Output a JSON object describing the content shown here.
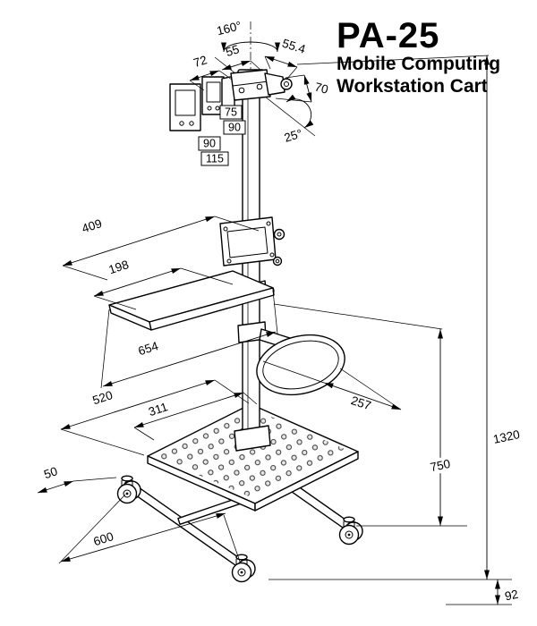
{
  "product": {
    "model": "PA-25",
    "subtitle_line1": "Mobile Computing",
    "subtitle_line2": "Workstation Cart"
  },
  "dims": {
    "rotation_range": "160°",
    "tilt_range": "25°",
    "head_width_left": "72",
    "head_width_mid": "55",
    "head_depth": "55.4",
    "head_height": "70",
    "vesa_75": "75",
    "vesa_90": "90",
    "plate_90": "90",
    "plate_115": "115",
    "arm_reach": "409",
    "tray_depth": "198",
    "tray_width": "654",
    "base_width": "520",
    "base_inner": "311",
    "mouse_offset": "257",
    "tube_size": "50",
    "base_length": "600",
    "tray_height": "750",
    "total_height": "1320",
    "caster_height": "92"
  }
}
